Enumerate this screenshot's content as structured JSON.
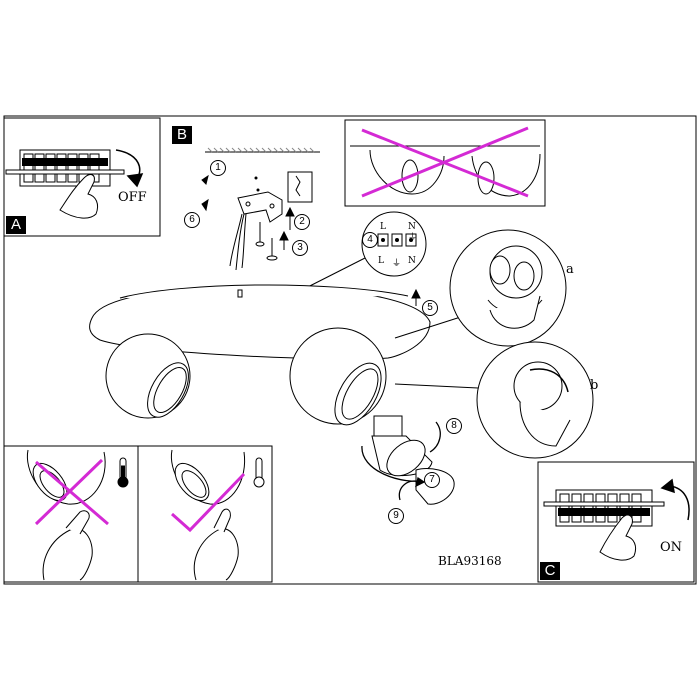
{
  "panels": {
    "a": {
      "tag": "A",
      "switch_label": "OFF"
    },
    "b": {
      "tag": "B"
    },
    "c": {
      "tag": "C",
      "switch_label": "ON"
    }
  },
  "steps": [
    "1",
    "2",
    "3",
    "4",
    "5",
    "6",
    "7",
    "8",
    "9"
  ],
  "terminal_block": {
    "top": [
      "L",
      "⏚",
      "N"
    ],
    "bottom": [
      "L",
      "⏚",
      "N"
    ]
  },
  "detail_labels": {
    "a": "a",
    "b": "b"
  },
  "model_code": "BLA93168",
  "colors": {
    "line": "#000000",
    "prohibit": "#d42ad4",
    "approve": "#d42ad4",
    "tag_bg": "#000000"
  },
  "icons": [
    "breaker-switch-icon",
    "hand-icon",
    "thermometer-icon",
    "prohibited-cross-icon",
    "check-mark-icon",
    "bulb-gu10-icon",
    "screw-icon",
    "drill-icon"
  ]
}
